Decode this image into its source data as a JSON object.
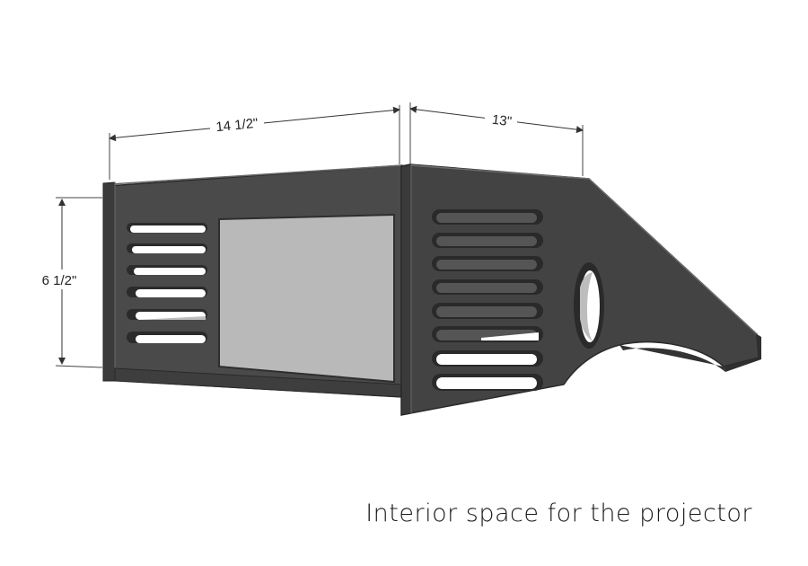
{
  "dimensions": {
    "width": "14 1/2\"",
    "depth": "13\"",
    "height": "6 1/2\""
  },
  "caption": "Interior space for the projector",
  "colors": {
    "panel_front": "#4a4a4a",
    "panel_side": "#434343",
    "panel_edge": "#2a2a2a",
    "panel_top_edge": "#6a6a6a",
    "window": "#b9b9b9",
    "slot_fill": "#ffffff",
    "slot_shadow": "#2b2b2b",
    "dim_line": "#333333"
  }
}
